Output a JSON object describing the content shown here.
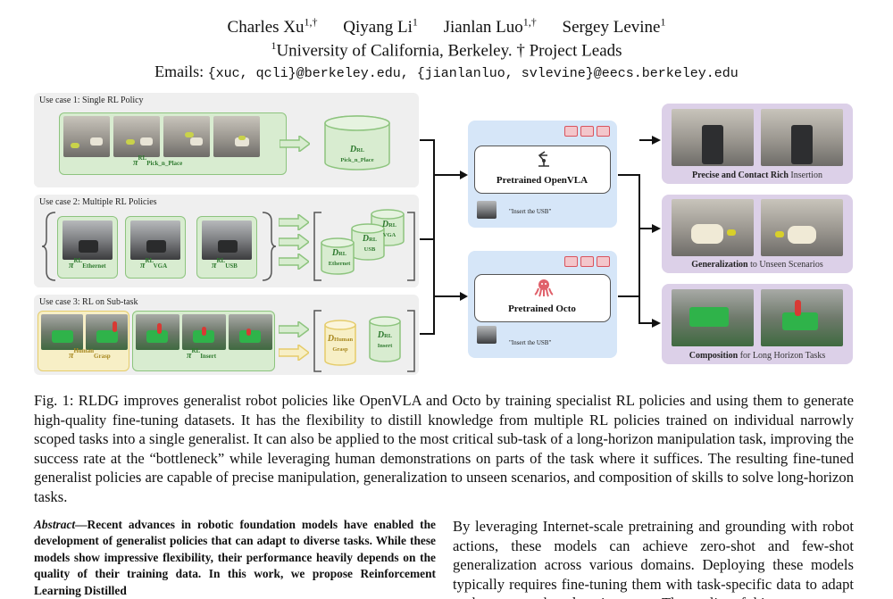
{
  "authors": [
    {
      "name": "Charles Xu",
      "sup": "1,†"
    },
    {
      "name": "Qiyang Li",
      "sup": "1"
    },
    {
      "name": "Jianlan Luo",
      "sup": "1,†"
    },
    {
      "name": "Sergey Levine",
      "sup": "1"
    }
  ],
  "affiliation": {
    "sup": "1",
    "text": "University of California, Berkeley. † Project Leads"
  },
  "emails": {
    "label": "Emails: ",
    "group1": "{xuc, qcli}",
    "domain1": "@berkeley.edu, ",
    "group2": "{jianlanluo, svlevine}",
    "domain2": "@eecs.berkeley.edu"
  },
  "figure": {
    "use_case_1": {
      "label": "Use case 1: Single RL Policy",
      "policy": {
        "symbol": "π",
        "sup": "RL",
        "sub": "Pick_n_Place"
      },
      "dataset": {
        "symbol": "D",
        "sup": "RL",
        "sub": "Pick_n_Place"
      }
    },
    "use_case_2": {
      "label": "Use case 2: Multiple RL Policies",
      "policies": [
        {
          "symbol": "π",
          "sup": "RL",
          "sub": "Ethernet"
        },
        {
          "symbol": "π",
          "sup": "RL",
          "sub": "VGA"
        },
        {
          "symbol": "π",
          "sup": "RL",
          "sub": "USB"
        }
      ],
      "datasets": [
        {
          "symbol": "D",
          "sup": "RL",
          "sub": "Ethernet"
        },
        {
          "symbol": "D",
          "sup": "RL",
          "sub": "USB"
        },
        {
          "symbol": "D",
          "sup": "RL",
          "sub": "VGA"
        }
      ]
    },
    "use_case_3": {
      "label": "Use case 3: RL on Sub-task",
      "policy_human": {
        "symbol": "π",
        "sup": "Human",
        "sub": "Grasp"
      },
      "policy_rl": {
        "symbol": "π",
        "sup": "RL",
        "sub": "Insert"
      },
      "dataset_human": {
        "symbol": "D",
        "sup": "Human",
        "sub": "Grasp"
      },
      "dataset_rl": {
        "symbol": "D",
        "sup": "RL",
        "sub": "Insert"
      }
    },
    "models": [
      {
        "name": "Pretrained OpenVLA",
        "instruction": "\"Insert the USB\""
      },
      {
        "name": "Pretrained Octo",
        "instruction": "\"Insert the USB\""
      }
    ],
    "results": [
      {
        "bold": "Precise and Contact Rich",
        "rest": " Insertion"
      },
      {
        "bold": "Generalization",
        "rest": " to Unseen Scenarios"
      },
      {
        "bold": "Composition",
        "rest": " for Long Horizon Tasks"
      }
    ],
    "colors": {
      "green": "#8dc47e",
      "yellow": "#e5cc6a",
      "blue_panel": "#d6e6f8",
      "purple_panel": "#dcd0e8",
      "token_red": "#d9545e"
    }
  },
  "caption": "Fig. 1: RLDG improves generalist robot policies like OpenVLA and Octo by training specialist RL policies and using them to generate high-quality fine-tuning datasets. It has the flexibility to distill knowledge from multiple RL policies trained on individual narrowly scoped tasks into a single generalist. It can also be applied to the most critical sub-task of a long-horizon manipulation task, improving the success rate at the “bottleneck” while leveraging human demonstrations on parts of the task where it suffices. The resulting fine-tuned generalist policies are capable of precise manipulation, generalization to unseen scenarios, and composition of skills to solve long-horizon tasks.",
  "abstract": {
    "lead": "Abstract",
    "text": "—Recent advances in robotic foundation models have enabled the development of generalist policies that can adapt to diverse tasks. While these models show impressive flexibility, their performance heavily depends on the quality of their training data. In this work, we propose Reinforcement Learning Distilled"
  },
  "intro": "By leveraging Internet-scale pretraining and grounding with robot actions, these models can achieve zero-shot and few-shot generalization across various domains. Deploying these models typically requires fine-tuning them with task-specific data to adapt to the target task and environment. The quality of this"
}
